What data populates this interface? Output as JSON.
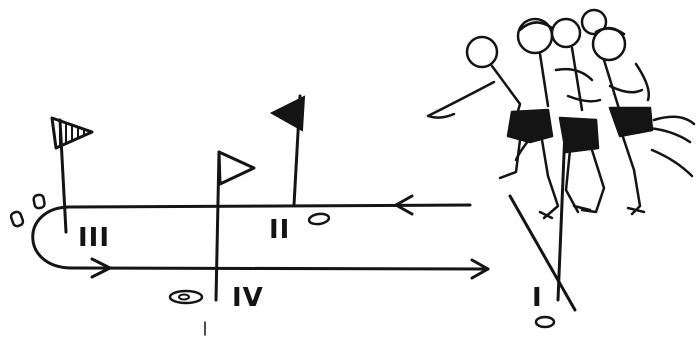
{
  "diagram": {
    "station_labels": {
      "one": "I",
      "two": "II",
      "three": "III",
      "four": "IV"
    },
    "flags": [
      {
        "station": "II",
        "style": "solid"
      },
      {
        "station": "III",
        "style": "hatched"
      },
      {
        "station": "IV",
        "style": "outline"
      }
    ],
    "colors": {
      "ink": "#141414",
      "background": "#ffffff"
    }
  }
}
